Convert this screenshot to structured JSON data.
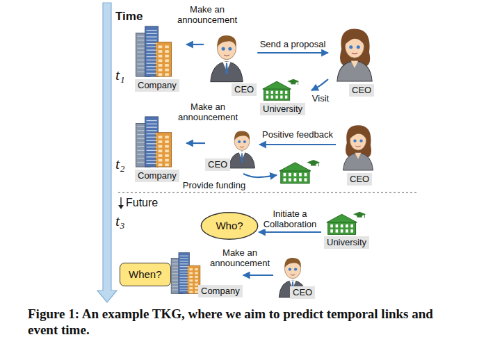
{
  "diagram": {
    "caption": "Figure 1: An example TKG, where we aim to predict temporal links and event time.",
    "nodes": [
      {
        "text": [
          "Company"
        ]
      },
      {
        "text": [
          "CEO"
        ]
      },
      {
        "text": [
          "CEO"
        ]
      },
      {
        "text": [
          "University"
        ]
      },
      {
        "text": [
          "Company"
        ]
      },
      {
        "text": [
          "CEO"
        ]
      },
      {
        "text": [
          "CEO"
        ]
      },
      {
        "text": []
      },
      {
        "text": [
          "Who?"
        ]
      },
      {
        "text": [
          "University"
        ]
      },
      {
        "text": [
          "When?"
        ]
      },
      {
        "text": [
          "Company"
        ]
      },
      {
        "text": [
          "CEO"
        ]
      }
    ],
    "edges": [
      {
        "from": 1,
        "to": 0,
        "label": "Make an announcement",
        "arrow": "to"
      },
      {
        "from": 1,
        "to": 2,
        "label": "Send a proposal",
        "arrow": "to"
      },
      {
        "from": 2,
        "to": 3,
        "label": "Visit",
        "arrow": "to"
      },
      {
        "from": 5,
        "to": 4,
        "label": "Make an announcement",
        "arrow": "to"
      },
      {
        "from": 6,
        "to": 5,
        "label": "Positive feedback",
        "arrow": "to"
      },
      {
        "from": 5,
        "to": 7,
        "label": "Provide funding",
        "arrow": "to"
      },
      {
        "from": 9,
        "to": 8,
        "label": "Initiate a Collaboration",
        "arrow": "to"
      },
      {
        "from": 12,
        "to": 11,
        "label": "Make an announcement",
        "arrow": "to"
      }
    ],
    "labels": [
      "Time",
      "t₁",
      "t₂",
      "Future",
      "t₃"
    ]
  }
}
